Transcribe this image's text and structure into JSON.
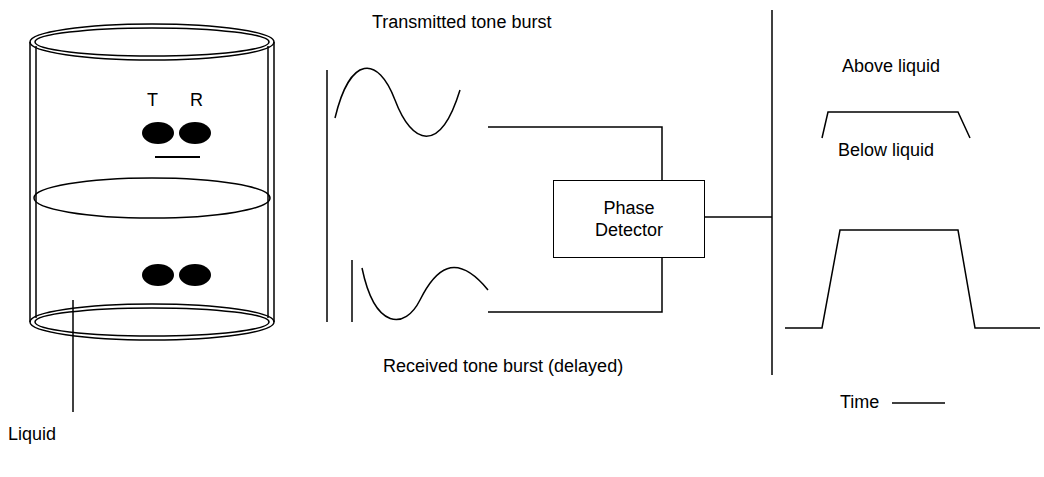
{
  "diagram": {
    "nodes": [
      {
        "text": [
          "Phase Detector"
        ]
      }
    ],
    "labels": [
      "T",
      "R",
      "Transmitted tone burst",
      "Received tone burst (delayed)",
      "Above liquid",
      "Below liquid",
      "Time",
      "Liquid"
    ]
  }
}
